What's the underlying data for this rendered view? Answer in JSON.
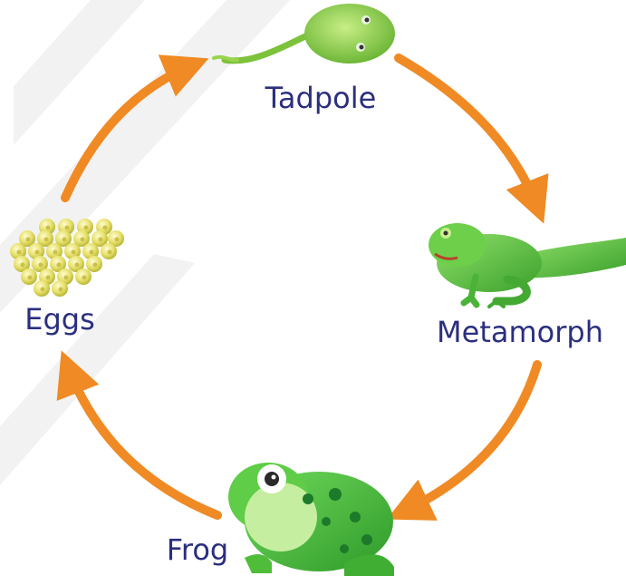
{
  "diagram": {
    "stages": [
      {
        "id": "tadpole",
        "label": "Tadpole"
      },
      {
        "id": "metamorph",
        "label": "Metamorph"
      },
      {
        "id": "frog",
        "label": "Frog"
      },
      {
        "id": "eggs",
        "label": "Eggs"
      }
    ],
    "arrow_color": "#f08a24",
    "label_color": "#2b2f7e",
    "watermark_color": "#f0f0f0"
  }
}
